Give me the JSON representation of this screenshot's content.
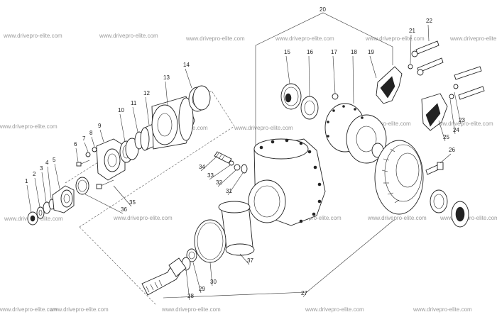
{
  "watermark": "www.drivepro-elite.com",
  "watermark_count": 21,
  "part_numbers": [
    "1",
    "2",
    "3",
    "4",
    "5",
    "6",
    "7",
    "8",
    "9",
    "10",
    "11",
    "12",
    "13",
    "14",
    "15",
    "16",
    "17",
    "18",
    "19",
    "20",
    "21",
    "22",
    "23",
    "24",
    "25",
    "26",
    "27",
    "28",
    "29",
    "30",
    "31",
    "32",
    "33",
    "34",
    "35",
    "36",
    "37"
  ],
  "colors": {
    "line": "#222222",
    "watermark": "#9a9a9a",
    "background": "#ffffff"
  }
}
